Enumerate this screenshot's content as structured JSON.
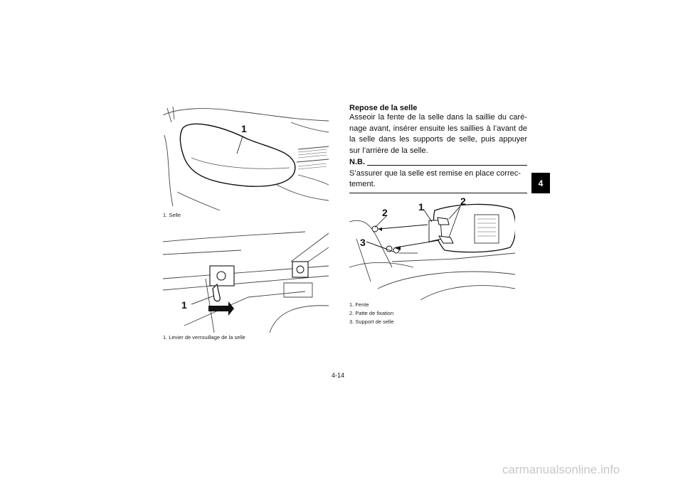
{
  "figures": {
    "seat": {
      "callout": "1",
      "captions": [
        "1. Selle"
      ]
    },
    "lock_lever": {
      "callout": "1",
      "captions": [
        "1. Levier de verrouillage de la selle"
      ]
    },
    "installation": {
      "callouts": {
        "c1": "1",
        "c2a": "2",
        "c2b": "2",
        "c3": "3"
      },
      "captions": [
        "1. Fente",
        "2. Patte de fixation",
        "3. Support de selle"
      ]
    }
  },
  "section": {
    "heading": "Repose de la selle",
    "body": "Asseoir la fente de la selle dans la saillie du caré-nage avant, insérer ensuite les saillies à l’avant de la selle dans les supports de selle, puis appuyer sur l’arrière de la selle."
  },
  "note": {
    "label": "N.B.",
    "text": "S’assurer que la selle est remise en place correc-tement."
  },
  "chapter_tab": "4",
  "page_number": "4-14",
  "watermark": "carmanualsonline.info"
}
